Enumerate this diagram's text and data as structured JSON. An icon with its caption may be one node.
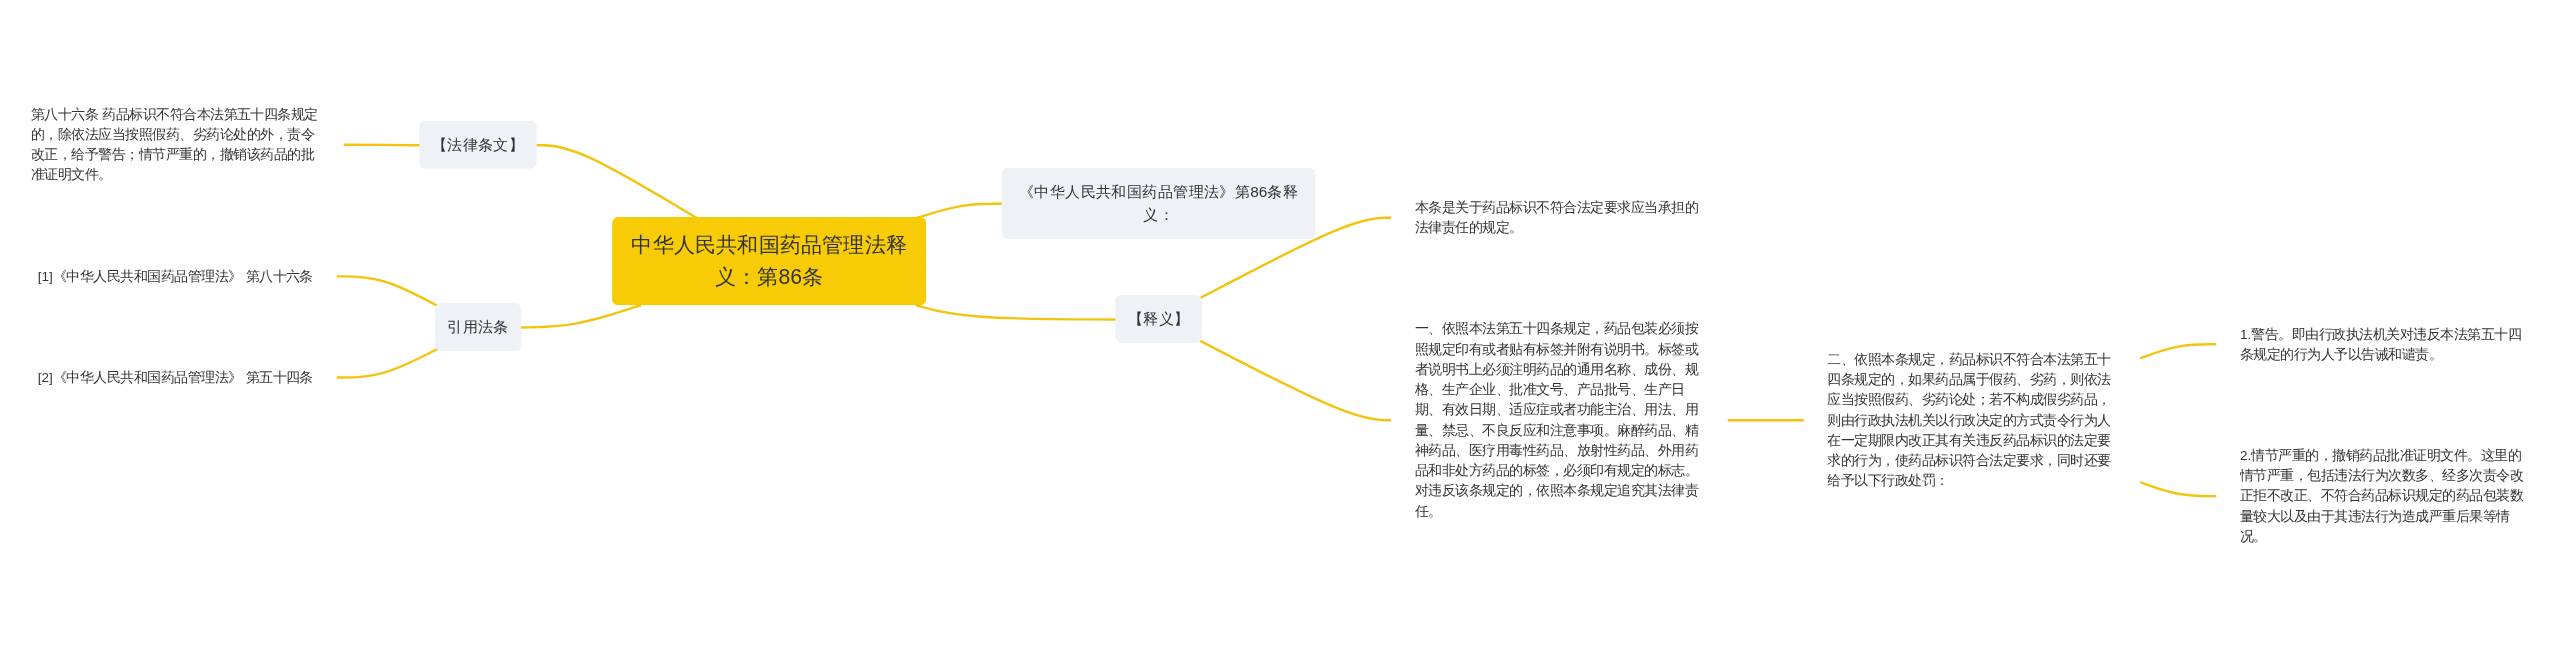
{
  "diagram": {
    "nodes": [
      {
        "text": [
          "中华人民共和国药品管理法释义：第86条"
        ]
      },
      {
        "text": [
          "【法律条文】"
        ]
      },
      {
        "text": [
          "第八十六条 药品标识不符合本法第五十四条规定的，除依法应当按照假药、劣药论处的外，责令改正，给予警告；情节严重的，撤销该药品的批准证明文件。"
        ]
      },
      {
        "text": [
          "引用法条"
        ]
      },
      {
        "text": [
          "[1]《中华人民共和国药品管理法》 第八十六条"
        ]
      },
      {
        "text": [
          "[2]《中华人民共和国药品管理法》 第五十四条"
        ]
      },
      {
        "text": [
          "《中华人民共和国药品管理法》第86条释义："
        ]
      },
      {
        "text": [
          "【释义】"
        ]
      },
      {
        "text": [
          "本条是关于药品标识不符合法定要求应当承担的法律责任的规定。"
        ]
      },
      {
        "text": [
          "一、依照本法第五十四条规定，药品包装必须按照规定印有或者贴有标签并附有说明书。标签或者说明书上必须注明药品的通用名称、成份、规格、生产企业、批准文号、产品批号、生产日期、有效日期、适应症或者功能主治、用法、用量、禁忌、不良反应和注意事项。麻醉药品、精神药品、医疗用毒性药品、放射性药品、外用药品和非处方药品的标签，必须印有规定的标志。对违反该条规定的，依照本条规定追究其法律责任。"
        ]
      },
      {
        "text": [
          "二、依照本条规定，药品标识不符合本法第五十四条规定的，如果药品属于假药、劣药，则依法应当按照假药、劣药论处；若不构成假劣药品，则由行政执法机关以行政决定的方式责令行为人在一定期限内改正其有关违反药品标识的法定要求的行为，使药品标识符合法定要求，同时还要给予以下行政处罚："
        ]
      },
      {
        "text": [
          "1.警告。即由行政执法机关对违反本法第五十四条规定的行为人予以告诫和谴责。"
        ]
      },
      {
        "text": [
          "2.情节严重的，撤销药品批准证明文件。这里的情节严重，包括违法行为次数多、经多次责令改正拒不改正、不符合药品标识规定的药品包装数量较大以及由于其违法行为造成严重后果等情况。"
        ]
      }
    ],
    "edges": [
      {
        "from": 1,
        "to": 0,
        "arrow": "none"
      },
      {
        "from": 2,
        "to": 1,
        "arrow": "none"
      },
      {
        "from": 3,
        "to": 0,
        "arrow": "none"
      },
      {
        "from": 4,
        "to": 3,
        "arrow": "none"
      },
      {
        "from": 5,
        "to": 3,
        "arrow": "none"
      },
      {
        "from": 0,
        "to": 6,
        "arrow": "none"
      },
      {
        "from": 0,
        "to": 7,
        "arrow": "none"
      },
      {
        "from": 7,
        "to": 8,
        "arrow": "none"
      },
      {
        "from": 7,
        "to": 9,
        "arrow": "none"
      },
      {
        "from": 9,
        "to": 10,
        "arrow": "none"
      },
      {
        "from": 10,
        "to": 11,
        "arrow": "none"
      },
      {
        "from": 10,
        "to": 12,
        "arrow": "none"
      }
    ]
  }
}
